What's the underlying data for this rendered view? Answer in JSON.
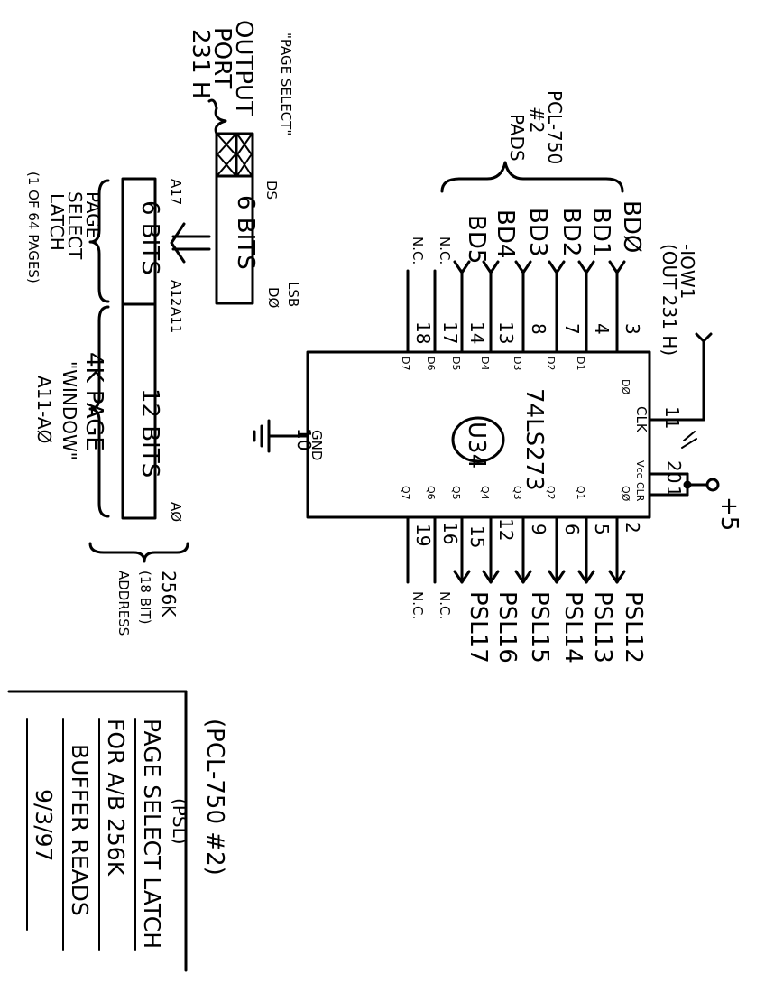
{
  "header": {
    "bd0_signal": "-IOW1",
    "bd0_note": "(OUT 231 H)",
    "pads_label": [
      "PCL-750",
      "#2",
      "PADS"
    ],
    "output_port": [
      "OUTPUT",
      "PORT",
      "231 H"
    ],
    "page_select_quote": "\"PAGE SELECT\""
  },
  "address_diagram": {
    "register_bits": "6 BITS",
    "register_ds": "DS",
    "register_lsb": "LSB",
    "register_d0": "DØ",
    "latch_hi": "6 BITS",
    "latch_lo": "12 BITS",
    "a17": "A17",
    "a12": "A12",
    "a11": "A11",
    "a0": "AØ",
    "latch_label": [
      "PAGE",
      "SELECT",
      "LATCH",
      "(1 OF 64 PAGES)"
    ],
    "window_label": [
      "4K PAGE",
      "\"WINDOW\"",
      "A11-AØ"
    ],
    "address_label": [
      "256K",
      "(18 BIT)",
      "ADDRESS"
    ]
  },
  "chip": {
    "part": "74LS273",
    "ref": "U34",
    "clk": "CLK",
    "clk_pin": "11",
    "gnd": "GND",
    "gnd_pin": "10",
    "vcc": "Vcc",
    "clr": "CLR",
    "vcc_pin": "20",
    "clr_pin": "1",
    "supply": "+5",
    "inputs": [
      {
        "signal": "BDØ",
        "pin": "3",
        "label": "DØ"
      },
      {
        "signal": "BD1",
        "pin": "4",
        "label": "D1"
      },
      {
        "signal": "BD2",
        "pin": "7",
        "label": "D2"
      },
      {
        "signal": "BD3",
        "pin": "8",
        "label": "D3"
      },
      {
        "signal": "BD4",
        "pin": "13",
        "label": "D4"
      },
      {
        "signal": "BD5",
        "pin": "14",
        "label": "D5"
      },
      {
        "signal": "N.C.",
        "pin": "17",
        "label": "D6"
      },
      {
        "signal": "N.C.",
        "pin": "18",
        "label": "D7"
      }
    ],
    "outputs": [
      {
        "signal": "PSL12",
        "pin": "2",
        "label": "QØ"
      },
      {
        "signal": "PSL13",
        "pin": "5",
        "label": "Q1"
      },
      {
        "signal": "PSL14",
        "pin": "6",
        "label": "Q2"
      },
      {
        "signal": "PSL15",
        "pin": "9",
        "label": "Q3"
      },
      {
        "signal": "PSL16",
        "pin": "12",
        "label": "Q4"
      },
      {
        "signal": "PSL17",
        "pin": "15",
        "label": "Q5"
      },
      {
        "signal": "N.C.",
        "pin": "16",
        "label": "Q6"
      },
      {
        "signal": "N.C.",
        "pin": "19",
        "label": "Q7"
      }
    ]
  },
  "title_block": {
    "line1": "(PCL-750 #2)",
    "line2": "(PSL)",
    "line3": "PAGE SELECT LATCH",
    "line4": "FOR A/B 256K",
    "line5": "BUFFER READS",
    "line6": "9/3/97"
  }
}
